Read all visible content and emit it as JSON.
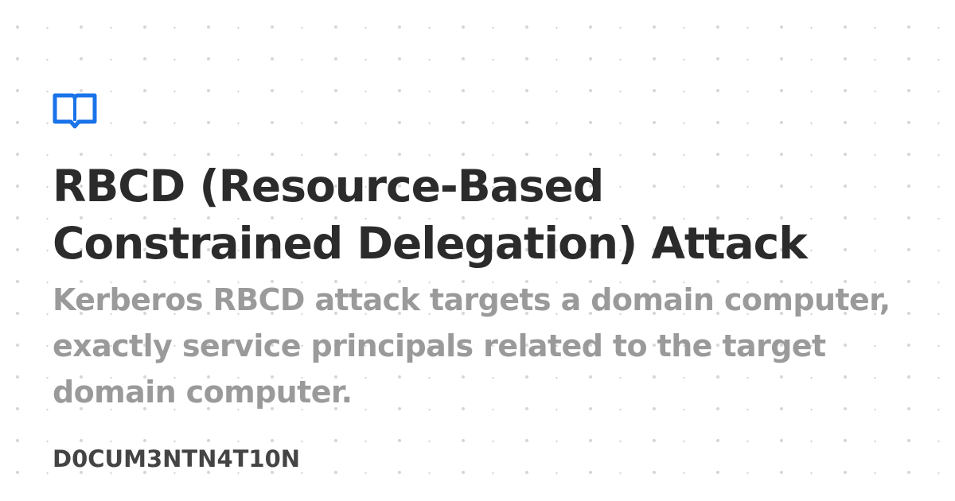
{
  "brand": {
    "logo_icon": "book-icon",
    "accent_color": "#1a73e8"
  },
  "page": {
    "title": "RBCD (Resource-Based Constrained Delegation) Attack",
    "description": "Kerberos RBCD attack targets a domain computer, exactly service principals related to the target domain computer.",
    "site_name": "D0CUM3NTN4T10N"
  },
  "colors": {
    "background": "#ffffff",
    "title": "#2b2b2b",
    "description": "#9a9a9a",
    "site_name": "#444444",
    "pattern": "#cfcfcf"
  }
}
